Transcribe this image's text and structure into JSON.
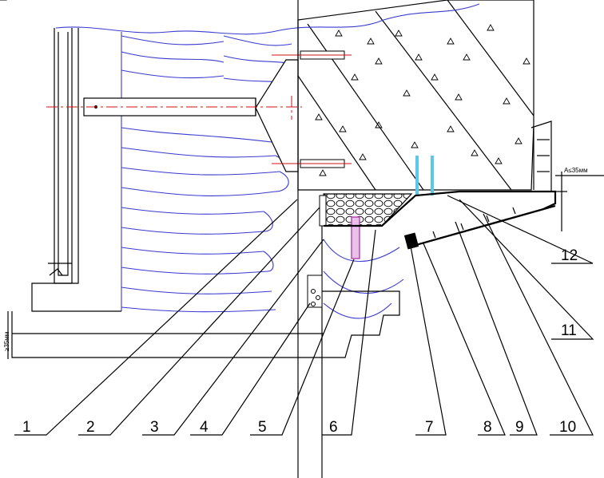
{
  "callouts": [
    {
      "label": "1"
    },
    {
      "label": "2"
    },
    {
      "label": "3"
    },
    {
      "label": "4"
    },
    {
      "label": "5"
    },
    {
      "label": "6"
    },
    {
      "label": "7"
    },
    {
      "label": "8"
    },
    {
      "label": "9"
    },
    {
      "label": "10"
    },
    {
      "label": "11"
    },
    {
      "label": "12"
    }
  ],
  "dimensions": {
    "gap_label": "A≤35мм",
    "height_label": "≥35мм"
  },
  "colors": {
    "insulation": "#3a3ad0",
    "axis": "#d01010",
    "drain_tubes": "#5cc8e8",
    "anchor": "#b040b0"
  }
}
